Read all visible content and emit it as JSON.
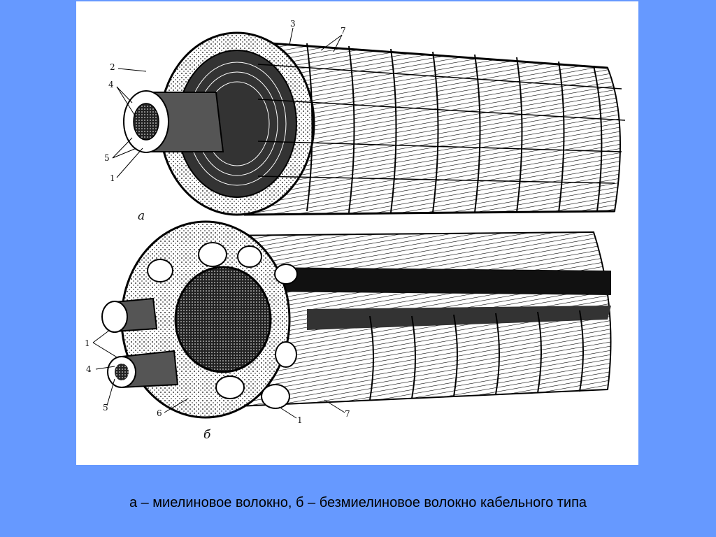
{
  "figure": {
    "panel_a_label": "а",
    "panel_b_label": "б",
    "top_labels": [
      "1",
      "2",
      "3",
      "4",
      "5",
      "7"
    ],
    "bottom_labels": [
      "1",
      "4",
      "5",
      "6",
      "7"
    ]
  },
  "caption": "а – миелиновое волокно, б – безмиелиновое волокно кабельного типа",
  "colors": {
    "background": "#6699ff",
    "panel": "#ffffff"
  }
}
